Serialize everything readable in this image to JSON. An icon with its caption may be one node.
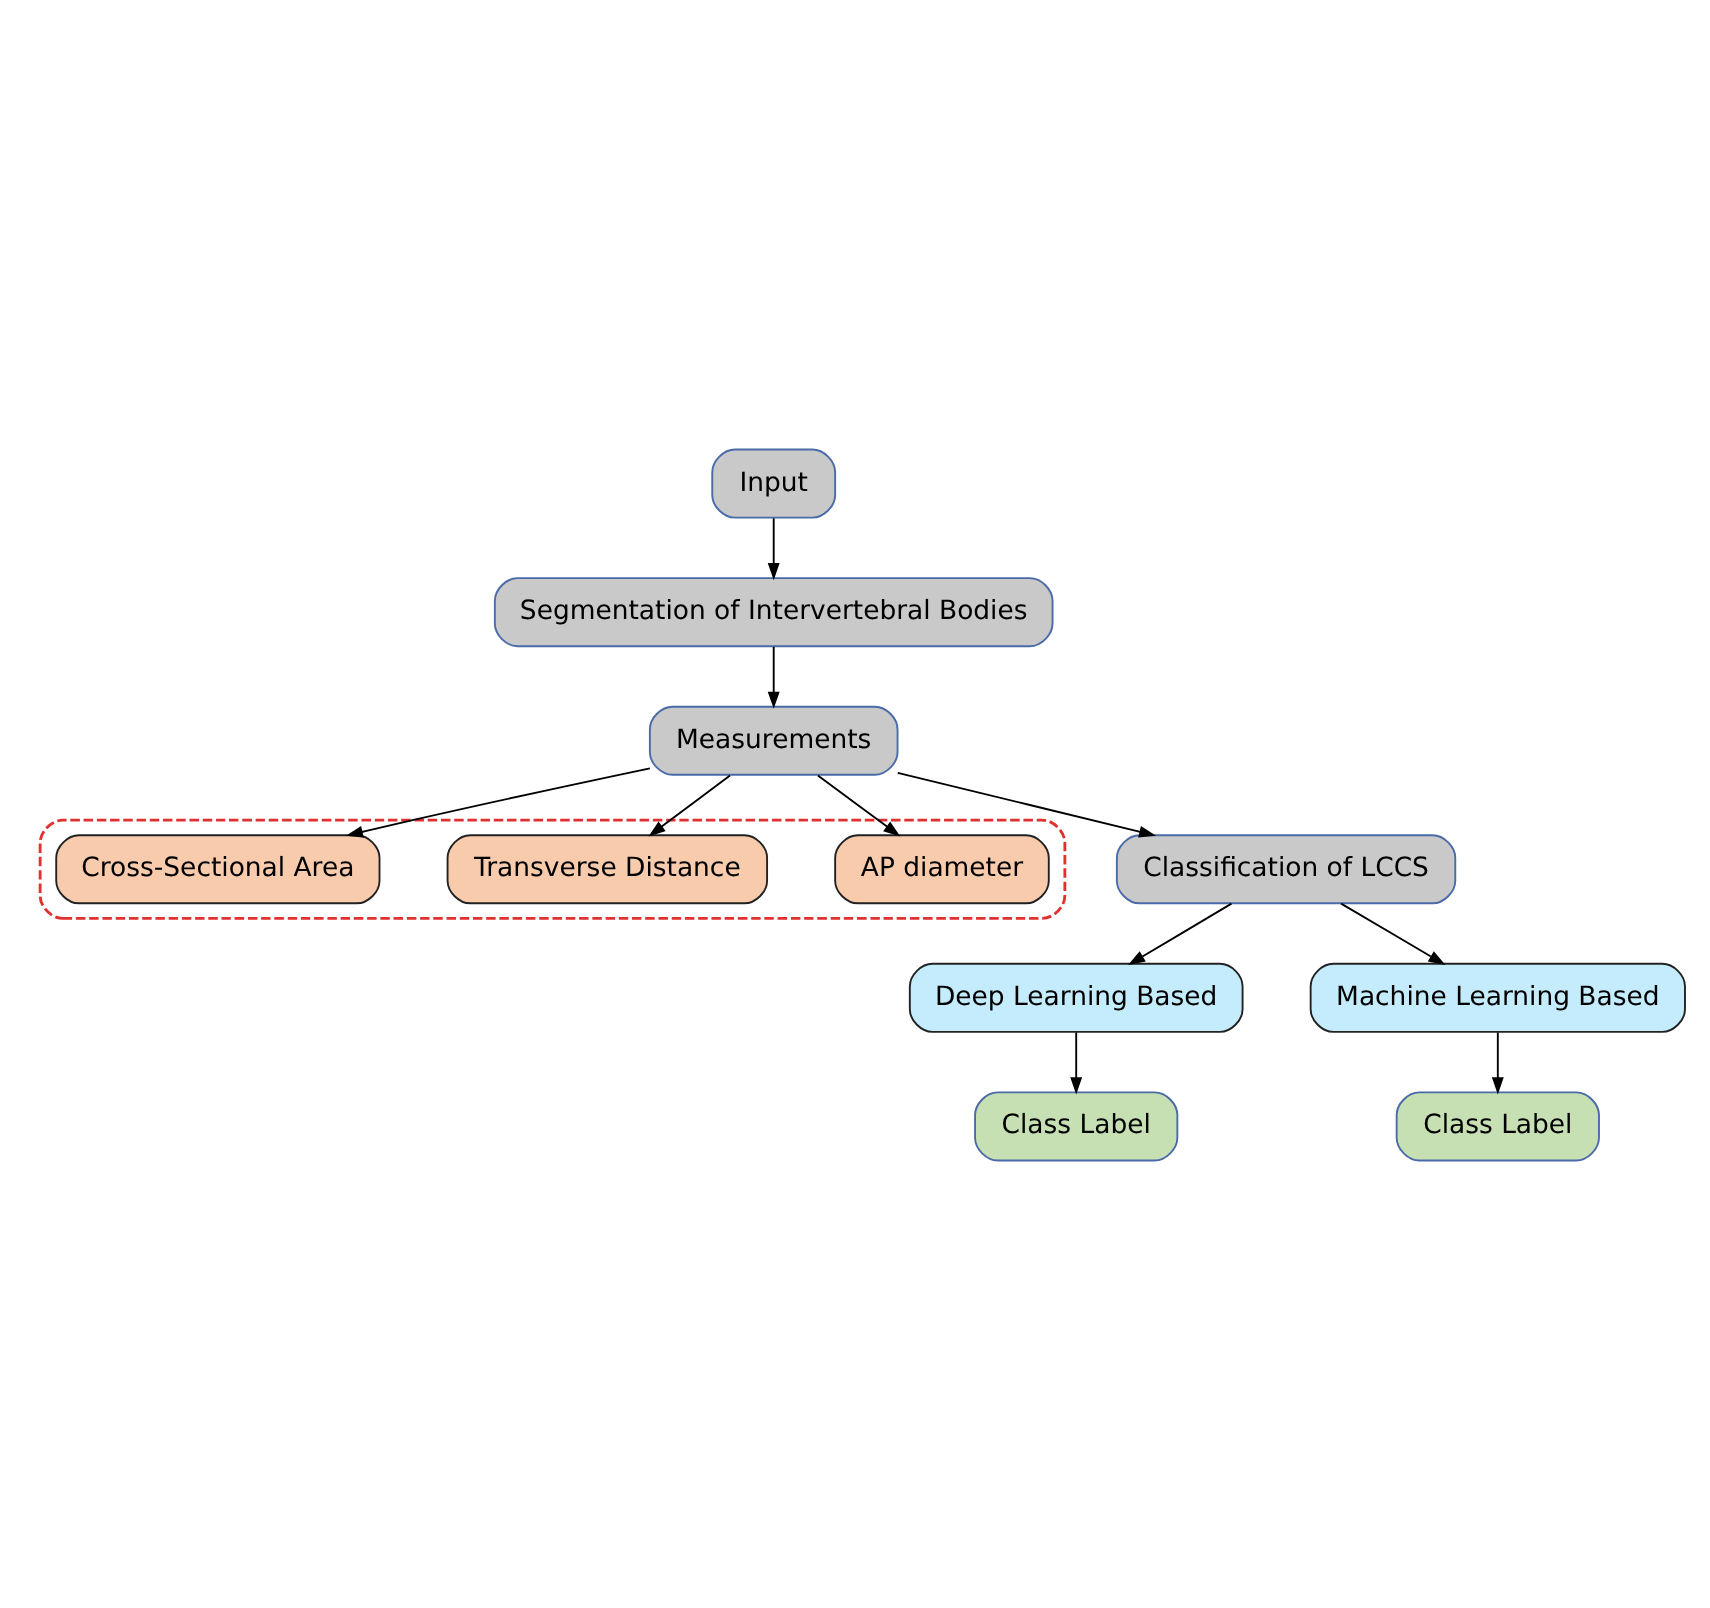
{
  "diagram": {
    "nodes": [
      {
        "text": [
          "Input"
        ]
      },
      {
        "text": [
          "Segmentation of Intervertebral Bodies"
        ]
      },
      {
        "text": [],
        "shape": "box"
      },
      {
        "text": [
          "AP diameter"
        ],
        "in": 2
      },
      {
        "text": [
          "Transverse Distance"
        ],
        "in": 2
      },
      {
        "text": [
          "Cross-Sectional Area"
        ],
        "in": 2
      },
      {
        "text": [
          "Measurements"
        ]
      },
      {
        "text": [
          "Classification of LCCS"
        ]
      },
      {
        "text": [
          "Deep Learning Based"
        ]
      },
      {
        "text": [
          "Machine Learning Based"
        ]
      },
      {
        "text": [
          "Class Label"
        ]
      },
      {
        "text": [
          "Class Label"
        ]
      }
    ],
    "edges": [
      {
        "from": 0,
        "to": 1,
        "arrow": "to"
      },
      {
        "from": 1,
        "to": 6,
        "arrow": "to"
      },
      {
        "from": 6,
        "to": 3,
        "arrow": "to"
      },
      {
        "from": 6,
        "to": 4,
        "arrow": "to"
      },
      {
        "from": 6,
        "to": 5,
        "arrow": "to"
      },
      {
        "from": 6,
        "to": 7,
        "arrow": "to"
      },
      {
        "from": 7,
        "to": 8,
        "arrow": "to"
      },
      {
        "from": 7,
        "to": 9,
        "arrow": "to"
      },
      {
        "from": 8,
        "to": 10,
        "arrow": "to"
      },
      {
        "from": 9,
        "to": 11,
        "arrow": "to"
      }
    ]
  }
}
